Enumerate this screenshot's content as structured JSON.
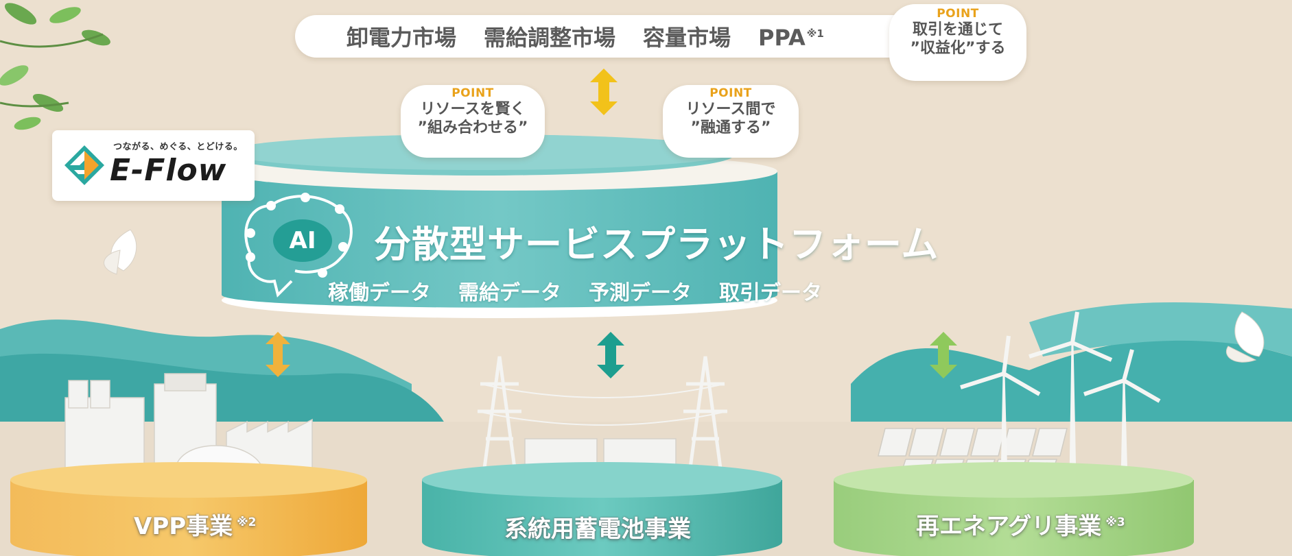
{
  "markets": {
    "items": [
      "卸電力市場",
      "需給調整市場",
      "容量市場"
    ],
    "ppa": "PPA",
    "ppa_note": "※1"
  },
  "points": {
    "label": "POINT",
    "monetize": [
      "取引を通じて",
      "”収益化”する"
    ],
    "combine": [
      "リソースを賢く",
      "”組み合わせる”"
    ],
    "exchange": [
      "リソース間で",
      "”融通する”"
    ]
  },
  "logo": {
    "tagline": "つながる、めぐる、とどける。",
    "name": "E-Flow"
  },
  "platform": {
    "ai": "AI",
    "title": "分散型サービスプラットフォーム",
    "data": [
      "稼働データ",
      "需給データ",
      "予測データ",
      "取引データ"
    ]
  },
  "businesses": {
    "vpp": "VPP事業",
    "vpp_note": "※2",
    "battery": "系統用蓄電池事業",
    "agri": "再エネアグリ事業",
    "agri_note": "※3"
  },
  "colors": {
    "background": "#ece0cf",
    "platform_teal": "#5ebdbb",
    "vpp_orange": "#f2b447",
    "battery_teal": "#55beb4",
    "agri_green": "#a8d58b",
    "point_orange": "#e9a21b",
    "arrow_yellow": "#f2c21a",
    "arrow_orange": "#f0b23c",
    "arrow_teal": "#1d9e8f",
    "arrow_green": "#8fc95c"
  }
}
